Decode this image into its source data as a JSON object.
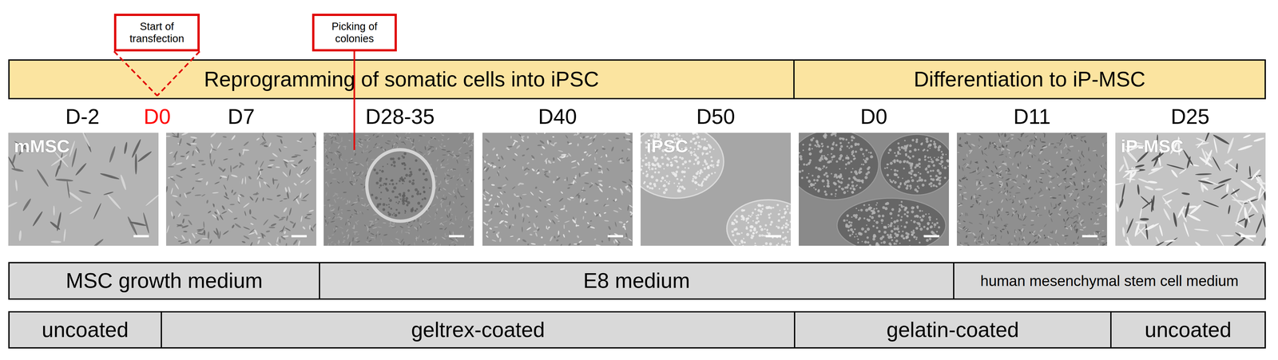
{
  "diagram": {
    "nodes": [
      {
        "text": [
          "Start of transfection"
        ]
      },
      {
        "text": [
          "Picking of colonies"
        ]
      },
      {
        "text": [
          "Reprogramming of somatic cells into iPSC"
        ]
      },
      {
        "text": [
          "Differentiation to iP-MSC"
        ]
      },
      {
        "text": [
          "MSC growth medium"
        ]
      },
      {
        "text": [
          "E8 medium"
        ]
      },
      {
        "text": [
          "human mesenchymal stem cell medium"
        ]
      },
      {
        "text": [
          "uncoated"
        ]
      },
      {
        "text": [
          "geltrex-coated"
        ]
      },
      {
        "text": [
          "gelatin-coated"
        ]
      },
      {
        "text": [
          "uncoated"
        ]
      }
    ],
    "labels": [
      "D-2",
      "D0",
      "D7",
      "D28-35",
      "D40",
      "D50",
      "D0",
      "D11",
      "D25",
      "mMSC",
      "iPSC",
      "iP-MSC"
    ]
  }
}
